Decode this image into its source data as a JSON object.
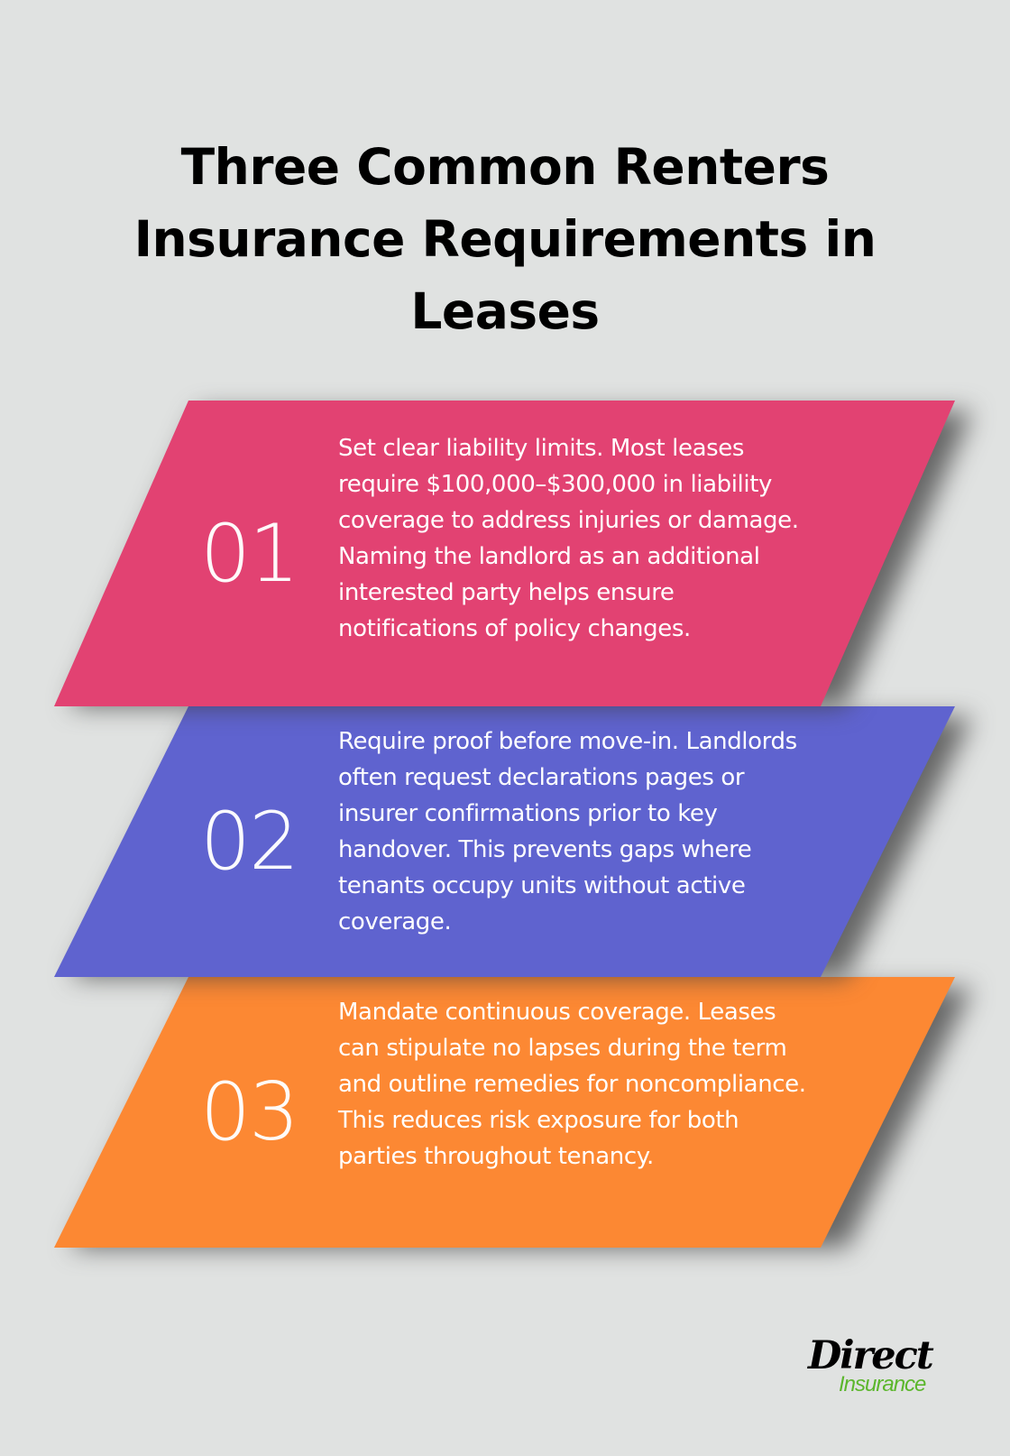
{
  "title": {
    "lines": [
      "Three Common Renters",
      "Insurance Requirements in",
      "Leases"
    ]
  },
  "items": [
    {
      "number": "01",
      "color": "#e24272",
      "text": "Set clear liability limits. Most leases require $100,000–$300,000 in liability coverage to address injuries or damage. Naming the landlord as an additional interested party helps ensure notifications of policy changes."
    },
    {
      "number": "02",
      "color": "#5f63cf",
      "text": "Require proof before move-in. Landlords often request declarations pages or insurer confirmations prior to key handover. This prevents gaps where tenants occupy units without active coverage."
    },
    {
      "number": "03",
      "color": "#fc8833",
      "text": "Mandate continuous coverage. Leases can stipulate no lapses during the term and outline remedies for noncompliance. This reduces risk exposure for both parties throughout tenancy."
    }
  ],
  "logo": {
    "primary": "Direct",
    "secondary": "Insurance",
    "primary_color": "#000000",
    "secondary_color": "#5bb62c"
  },
  "background": "#e0e2e1"
}
